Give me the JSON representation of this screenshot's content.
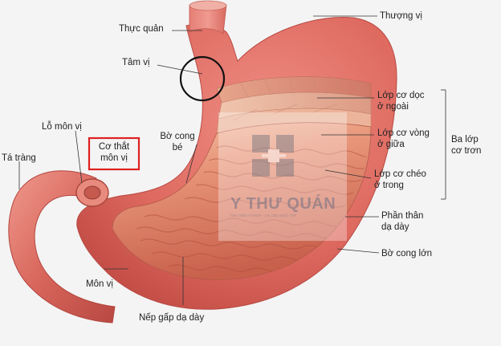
{
  "labels": {
    "thuc_quan": "Thực quản",
    "thuong_vi": "Thượng vị",
    "tam_vi": "Tâm vị",
    "lo_mon_vi": "Lỗ môn vị",
    "bo_cong_be_1": "Bờ cong",
    "bo_cong_be_2": "bé",
    "co_that_1": "Cơ thắt",
    "co_that_2": "môn vị",
    "ta_trang": "Tá tràng",
    "lop_co_doc_1": "Lớp cơ dọc",
    "lop_co_doc_2": "ở ngoài",
    "lop_co_vong_1": "Lớp cơ vòng",
    "lop_co_vong_2": "ở giữa",
    "lop_co_cheo_1": "Lớp cơ chéo",
    "lop_co_cheo_2": "ở trong",
    "ba_lop_1": "Ba lớp",
    "ba_lop_2": "cơ trơn",
    "phan_than_1": "Phần thân",
    "phan_than_2": "dạ dày",
    "bo_cong_lon": "Bờ cong lớn",
    "mon_vi": "Môn vị",
    "nep_gap": "Nếp gấp dạ dày"
  },
  "watermark": {
    "brand": "Y THƯ QUÁN",
    "tagline": "THƯ VIỆN Y KHOA - TÀI LIỆU HỌC TẬP"
  },
  "colors": {
    "highlight_box": "#e02020",
    "circle_marker": "#111111",
    "stomach_outer": "#d9645c",
    "stomach_inner": "#c9614f"
  }
}
